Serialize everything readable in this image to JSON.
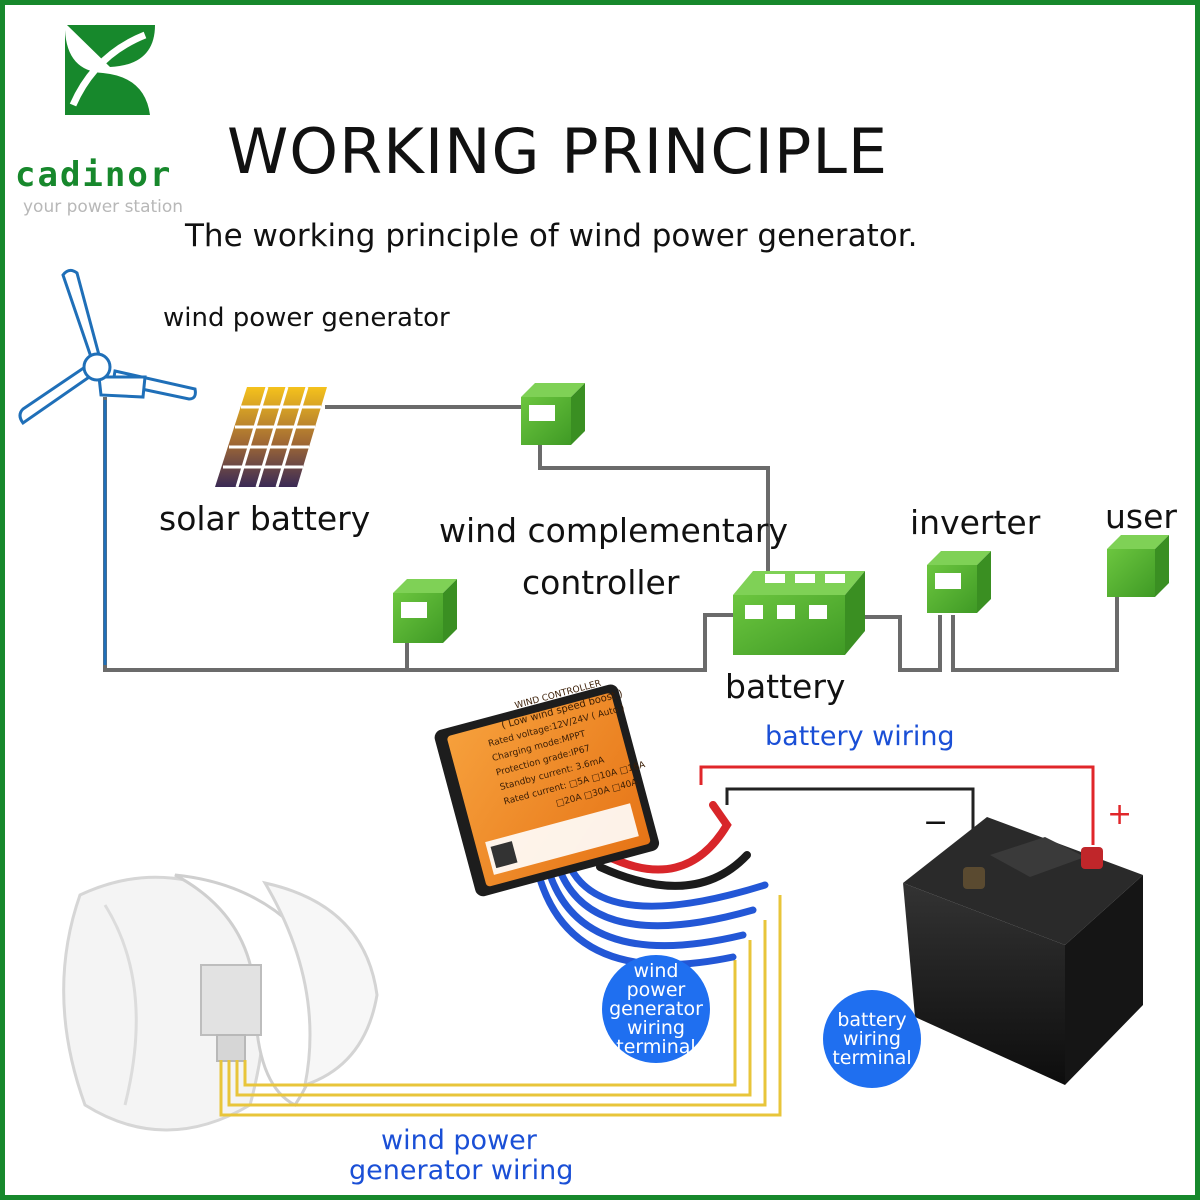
{
  "logo": {
    "brand": "cadinor",
    "tagline": "your power station"
  },
  "title": "WORKING PRINCIPLE",
  "subtitle": "The working principle of wind power generator.",
  "labels": {
    "wind_generator": "wind power generator",
    "solar": "solar battery",
    "controller_line1": "wind complementary",
    "controller_line2": "controller",
    "inverter": "inverter",
    "user": "user",
    "battery": "battery"
  },
  "wiring": {
    "battery_wiring": "battery wiring",
    "generator_wiring_line1": "wind power",
    "generator_wiring_line2": "generator wiring",
    "minus": "−",
    "plus": "+"
  },
  "badges": {
    "generator_terminal": [
      "wind",
      "power",
      "generator",
      "wiring",
      "terminal"
    ],
    "battery_terminal": [
      "battery",
      "wiring",
      "terminal"
    ]
  },
  "controller_box": {
    "lines": [
      "WIND CONTROLLER",
      "( Low wind speed boost )",
      "Rated voltage:12V/24V ( Auto )",
      "Charging mode:MPPT",
      "Protection grade:IP67",
      "Standby current: 3.6mA",
      "Rated current: □5A □10A □16A",
      "□20A □30A □40A"
    ]
  },
  "colors": {
    "frame": "#17882c",
    "device_green": "#55b332",
    "wire_gray": "#6b6b6b",
    "label_blue": "#1a4fd6",
    "badge_blue": "#1f6ff0",
    "controller_orange": "#f08a24",
    "wire_red": "#e0262a",
    "wire_yellow": "#e8c53a"
  }
}
